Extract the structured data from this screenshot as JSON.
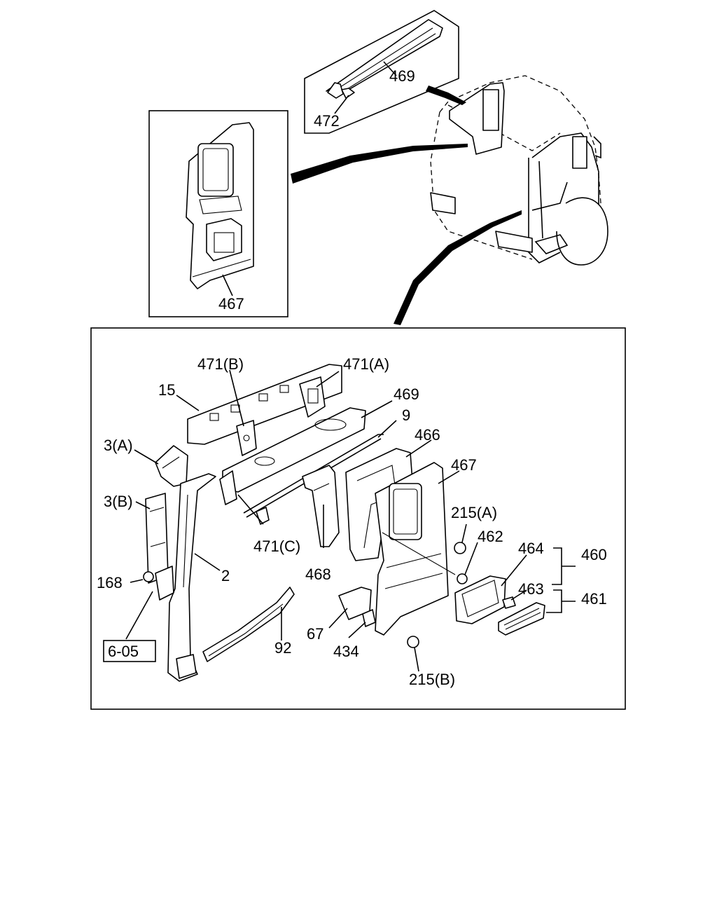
{
  "diagram": {
    "labels": {
      "p469_top": "469",
      "p472": "472",
      "p467_inset": "467",
      "p471b": "471(B)",
      "p471a": "471(A)",
      "p15": "15",
      "p469": "469",
      "p9": "9",
      "p466": "466",
      "p467": "467",
      "p3a": "3(A)",
      "p3b": "3(B)",
      "p471c": "471(C)",
      "p468": "468",
      "p215a": "215(A)",
      "p462": "462",
      "p464": "464",
      "p460": "460",
      "p168": "168",
      "p2": "2",
      "p463": "463",
      "p461": "461",
      "p605": "6-05",
      "p67": "67",
      "p92": "92",
      "p434": "434",
      "p215b": "215(B)"
    }
  }
}
